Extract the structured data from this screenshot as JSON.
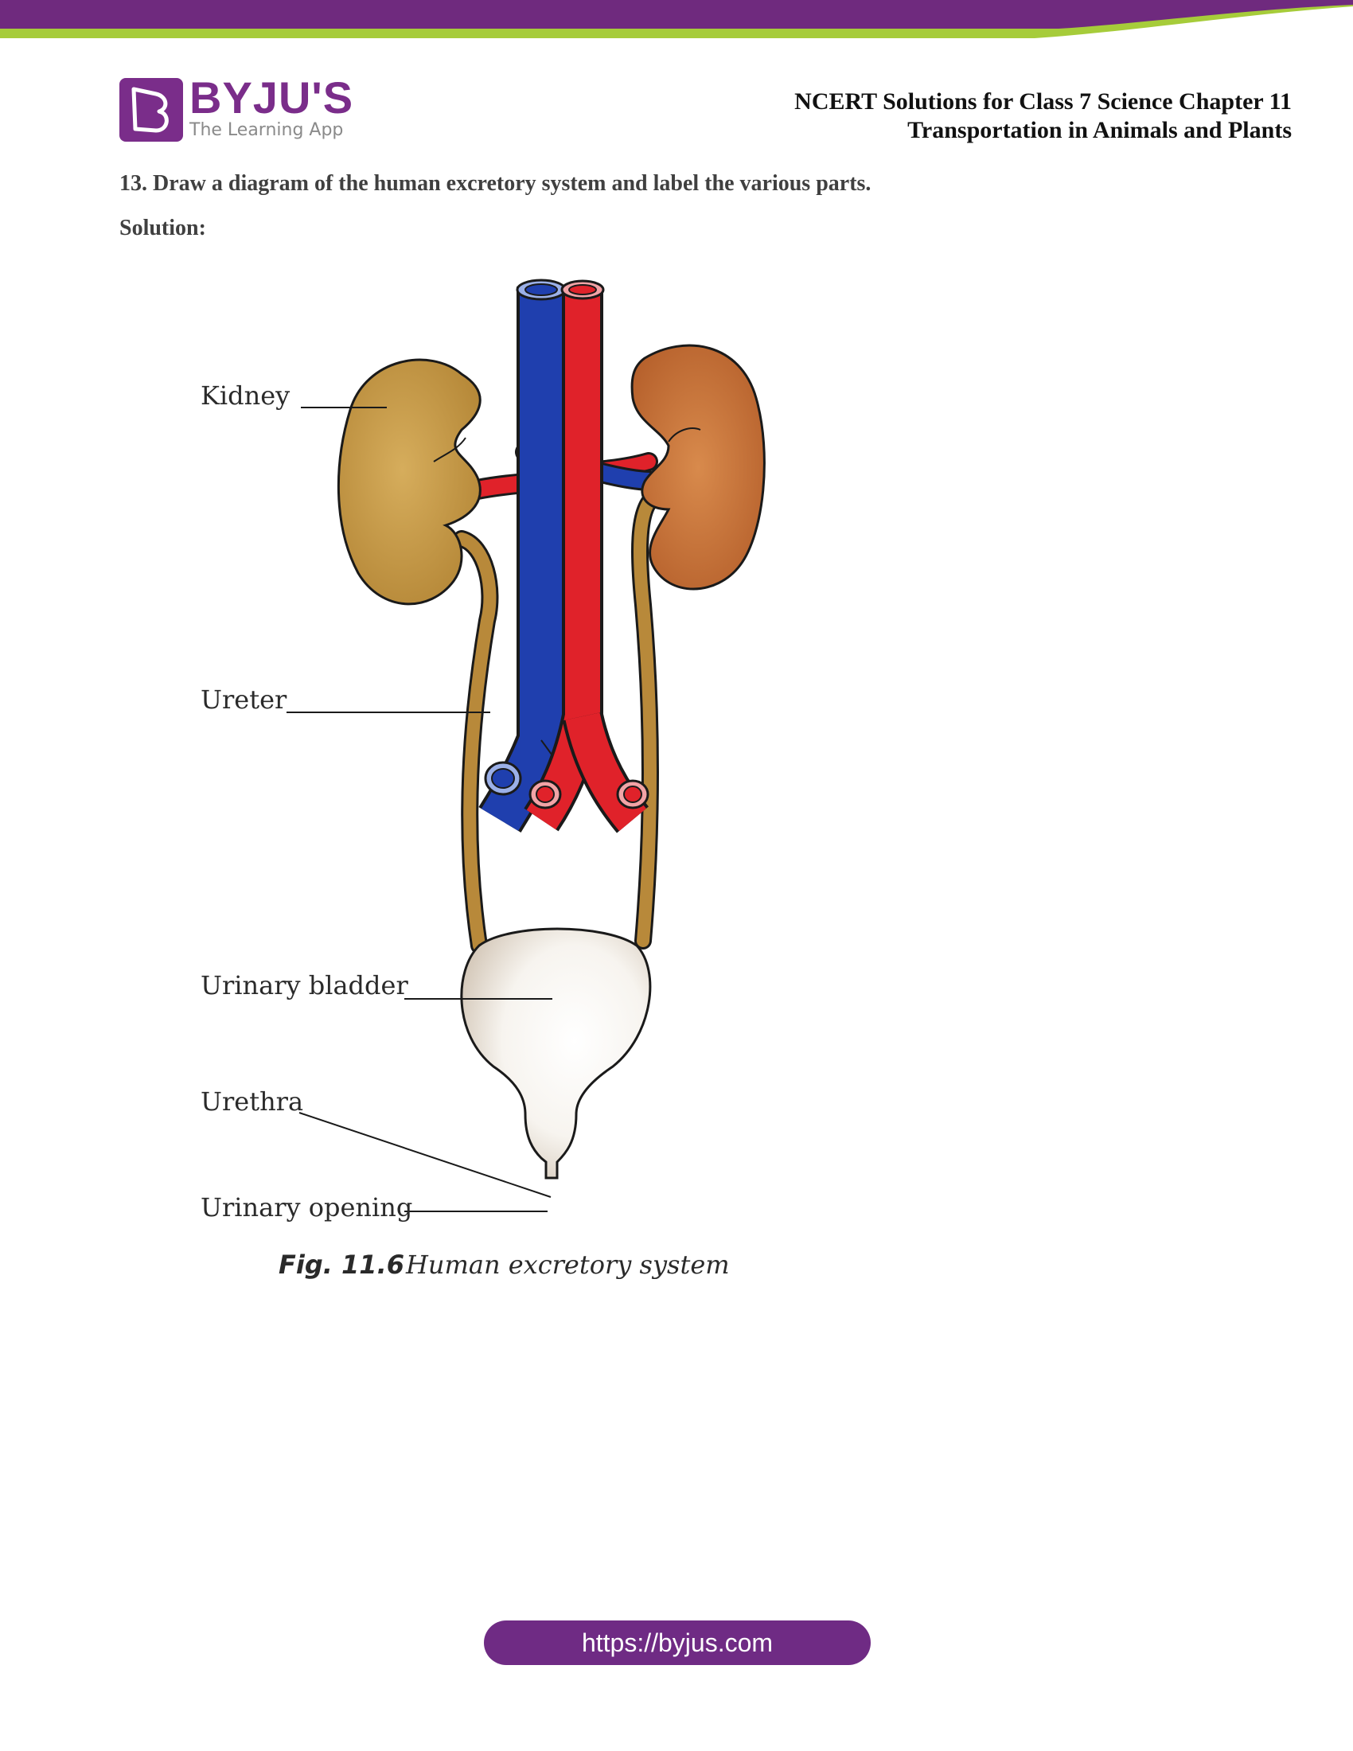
{
  "brand": {
    "name": "BYJU'S",
    "tagline": "The Learning App",
    "mark_letter": "B",
    "color_purple": "#7a2d8a",
    "color_green": "#a6cc3a"
  },
  "header": {
    "line1": "NCERT Solutions for Class 7 Science Chapter 11",
    "line2": "Transportation in Animals and Plants"
  },
  "question": "13. Draw a diagram of the human excretory system and label the various parts.",
  "solution_label": "Solution:",
  "figure": {
    "labels": {
      "kidney": "Kidney",
      "ureter": "Ureter",
      "bladder": "Urinary bladder",
      "urethra": "Urethra",
      "opening": "Urinary opening"
    },
    "caption_number": "Fig. 11.6",
    "caption_text": "Human excretory system",
    "colors": {
      "vein": "#1f3fae",
      "artery": "#e0222a",
      "left_kidney": "#c49a4a",
      "right_kidney": "#c8713a",
      "ureter": "#b8893a",
      "bladder": "#f4f1ec"
    }
  },
  "footer": {
    "url": "https://byjus.com"
  }
}
